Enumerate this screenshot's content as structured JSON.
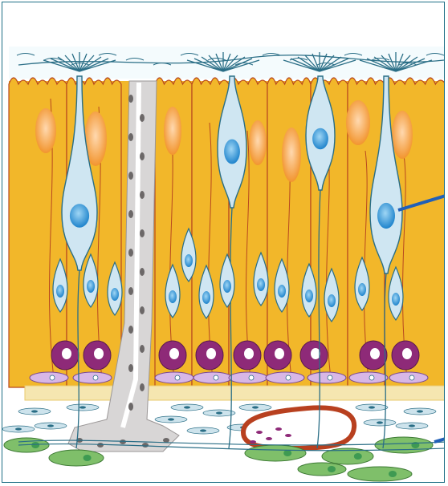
{
  "diagram": {
    "colors": {
      "border": "#1e6f86",
      "supporting_cell_fill": "#f2b72a",
      "supporting_cell_edge": "#b8481f",
      "supporting_nucleus": "#f29a4a",
      "receptor_fill": "#cfe6f2",
      "receptor_edge": "#2a6e86",
      "receptor_nucleus": "#2a8fd0",
      "basal_cell": "#8e2a78",
      "basement_membrane": "#f5e6b0",
      "duct": "#d8d6d6",
      "fibroblast": "#cde3ec",
      "schwann_cell": "#7fbf6a",
      "blood_vessel": "#b8401f",
      "pointer": "#2160b8"
    },
    "icons": [
      "olfactory-receptor-neuron",
      "supporting-cell",
      "basal-cell",
      "gland-duct",
      "blood-vessel",
      "nerve-bundle"
    ]
  }
}
